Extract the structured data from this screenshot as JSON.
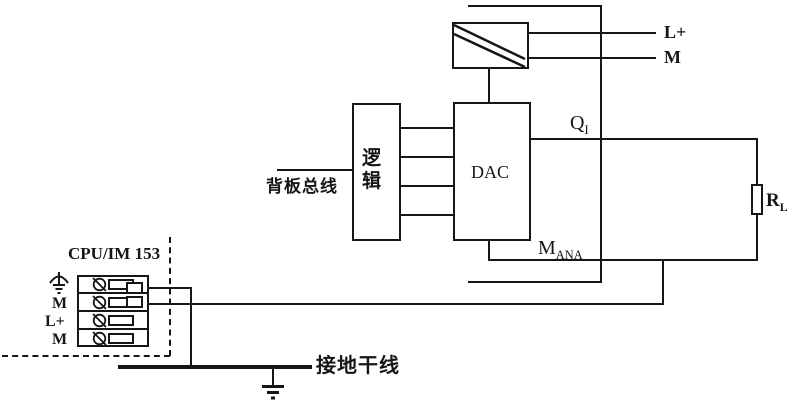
{
  "module": {
    "power_labels": {
      "l_plus": "L+",
      "m": "M"
    },
    "logic_box": {
      "char1": "逻",
      "char2": "辑"
    },
    "dac_box": {
      "label": "DAC"
    },
    "backplane_bus_label": "背板总线",
    "output_current": {
      "base": "Q",
      "sub": "I"
    },
    "analog_ground": {
      "base": "M",
      "sub": "ANA"
    },
    "load_resistor": {
      "base": "R",
      "sub": "L"
    }
  },
  "cpu": {
    "title": "CPU/IM 153",
    "terminal_rows": [
      {
        "label": ""
      },
      {
        "label": "M"
      },
      {
        "label": "L+"
      },
      {
        "label": "M"
      }
    ]
  },
  "ground": {
    "label": "接地干线"
  },
  "colors": {
    "line": "#161616",
    "background": "#ffffff"
  }
}
